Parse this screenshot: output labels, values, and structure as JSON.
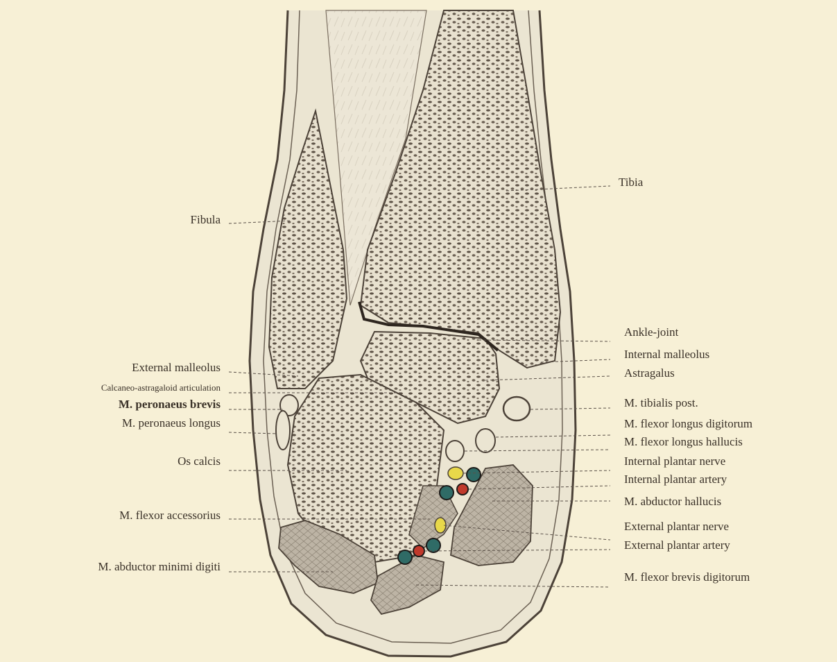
{
  "colors": {
    "background": "#f7f0d6",
    "bone_dark": "#5d5246",
    "bone_light": "#e8e1cf",
    "tissue": "#ebe5d2",
    "muscle": "#bdb4a5",
    "artery": "#c0392b",
    "nerve": "#e8d84a",
    "vein": "#2f6b66"
  },
  "labels": {
    "tibia": "Tibia",
    "fibula": "Fibula",
    "ankle_joint": "Ankle-joint",
    "internal_malleolus": "Internal malleolus",
    "astragalus": "Astragalus",
    "external_malleolus": "External malleolus",
    "calcaneo_astragaloid": "Calcaneo-astragaloid articulation",
    "peronaeus_brevis": "M. peronaeus brevis",
    "peronaeus_longus": "M. peronaeus longus",
    "tibialis_post": "M. tibialis post.",
    "flexor_longus_digitorum": "M. flexor longus digitorum",
    "flexor_longus_hallucis": "M. flexor longus hallucis",
    "os_calcis": "Os calcis",
    "internal_plantar_nerve": "Internal plantar nerve",
    "internal_plantar_artery": "Internal plantar artery",
    "abductor_hallucis": "M. abductor hallucis",
    "flexor_accessorius": "M. flexor accessorius",
    "external_plantar_nerve": "External plantar nerve",
    "external_plantar_artery": "External plantar artery",
    "abductor_minimi_digiti": "M. abductor minimi digiti",
    "flexor_brevis_digitorum": "M. flexor brevis digitorum"
  }
}
